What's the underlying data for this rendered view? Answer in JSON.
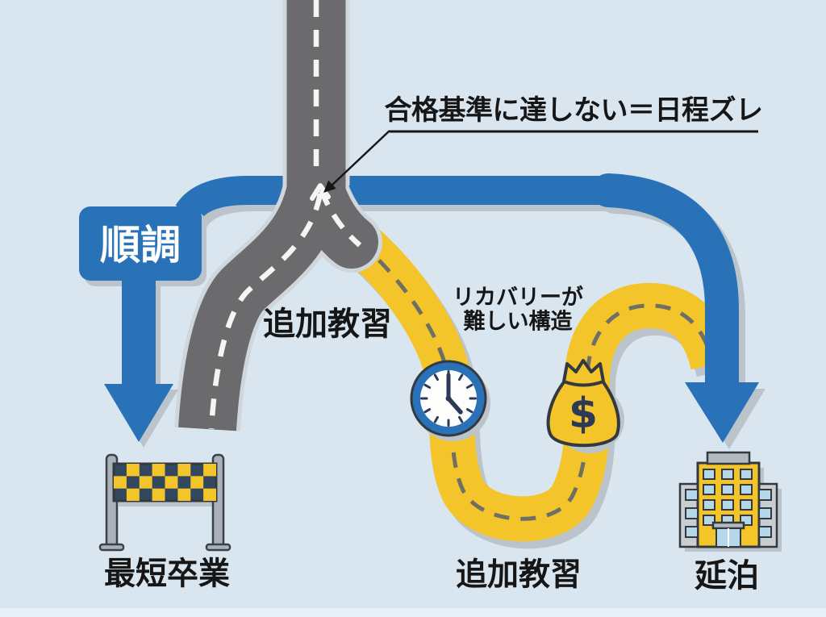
{
  "diagram": {
    "callout": {
      "label": "合格基準に達しない＝日程ズレ"
    },
    "smooth_badge": {
      "label": "順調"
    },
    "fork_branch_label": "追加教習",
    "recovery_note": {
      "line1": "リカバリーが",
      "line2": "難しい構造"
    },
    "money_bag": {
      "symbol": "$"
    },
    "outcomes": {
      "left": "最短卒業",
      "middle": "追加教習",
      "right": "延泊"
    },
    "icons": {
      "clock": "clock-icon",
      "money_bag": "money-bag-icon",
      "finish_banner": "finish-banner-icon",
      "hotel": "hotel-icon",
      "smooth_down_arrow": "down-arrow-icon",
      "delay_route_arrow": "curved-arrow-icon",
      "callout_pointer": "callout-arrow-icon"
    },
    "colors": {
      "background": "#d9e6f0",
      "accent_blue": "#2a72b8",
      "road_gray": "#6b6b6d",
      "road_edge": "#cfd7dd",
      "detour_yellow": "#f3c52a",
      "shadow_gray": "#bcc4cb",
      "dash_white": "#f5f5f5",
      "dash_dark": "#6e7064",
      "text_black": "#161616",
      "badge_text_white": "#ffffff",
      "outline_navy": "#33393f",
      "clock_navy": "#2c3a57",
      "checker_navy": "#33475e",
      "window_blue": "#b5d7ea"
    }
  }
}
